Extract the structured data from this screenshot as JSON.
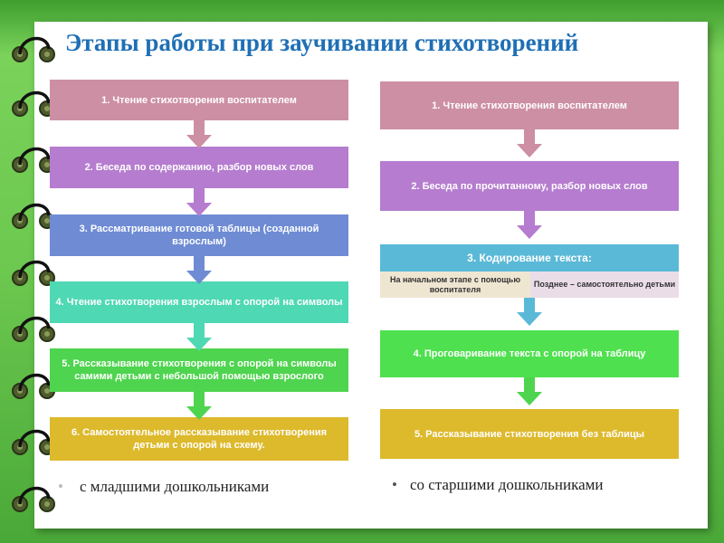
{
  "title": "Этапы работы при заучивании стихотворений",
  "left": {
    "steps": [
      "1. Чтение стихотворения  воспитателем",
      "2. Беседа по содержанию, разбор новых слов",
      "3. Рассматривание готовой таблицы (созданной взрослым)",
      "4. Чтение стихотворения взрослым с опорой на символы",
      "5. Рассказывание стихотворения с опорой на символы самими детьми с небольшой помощью взрослого",
      "6. Самостоятельное рассказывание стихотворения детьми с опорой на схему."
    ],
    "caption": "с младшими дошкольниками"
  },
  "right": {
    "steps": [
      "1. Чтение стихотворения воспитателем",
      "2. Беседа по прочитанному, разбор новых слов",
      "3. Кодирование текста:",
      "4. Проговаривание текста с опорой на таблицу",
      "5. Рассказывание стихотворения без таблицы"
    ],
    "sub": [
      "На начальном этапе с помощью воспитателя",
      "Позднее – самостоятельно детьми"
    ],
    "caption": "со старшими дошкольниками"
  },
  "colors": {
    "pink": "#cd8fa3",
    "purple": "#b57ccf",
    "blue": "#6e8bd4",
    "teal": "#4fd8b4",
    "green": "#4fd44f",
    "yellow": "#ddb92c",
    "cyan": "#5bb9d8"
  }
}
